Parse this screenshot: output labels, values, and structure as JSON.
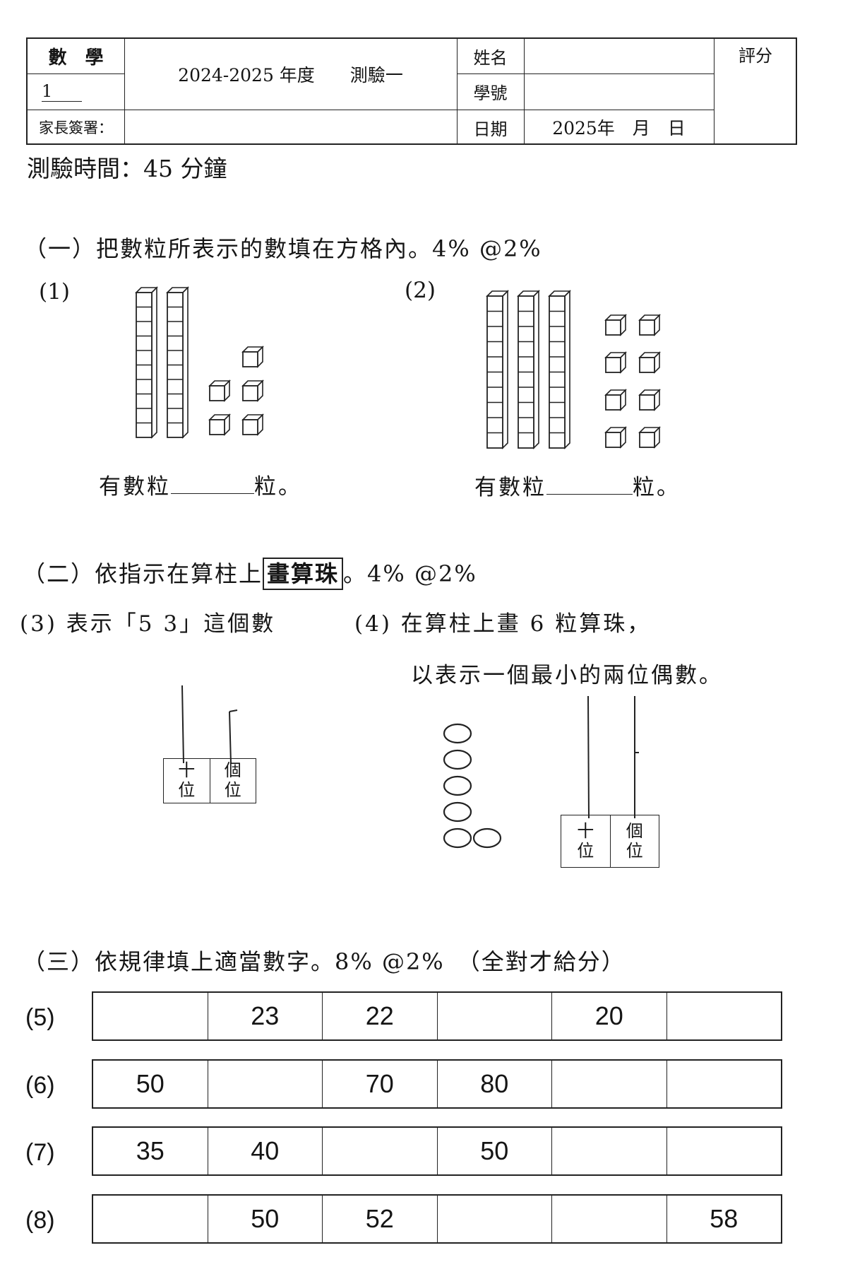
{
  "header": {
    "subject": "數　學",
    "class": "1",
    "title": "2024-2025 年度　　測驗一",
    "parent_signature": "家長簽署：",
    "name_label": "姓名",
    "student_no_label": "學號",
    "date_label": "日期",
    "date_value": "2025年　月　日",
    "score_label": "評分"
  },
  "test_time": "測驗時間：45 分鐘",
  "section1": {
    "title": "（一）把數粒所表示的數填在方格內。4% @2%",
    "q1": {
      "label": "(1)",
      "answer_text_before": "有數粒",
      "answer_text_after": "粒。",
      "tens": 2,
      "ones": 5
    },
    "q2": {
      "label": "(2)",
      "answer_text_before": "有數粒",
      "answer_text_after": "粒。",
      "tens": 3,
      "ones": 8
    }
  },
  "section2": {
    "title_before": "（二）依指示在算柱上",
    "title_boxed": "畫算珠",
    "title_after": "。4% @2%",
    "q3": {
      "label": "(3)",
      "text": "表示「5 3」這個數",
      "tens_label": "十\n位",
      "ones_label": "個\n位"
    },
    "q4": {
      "label": "(4)",
      "text_line1": "在算柱上畫 6 粒算珠，",
      "text_line2": "以表示一個最小的兩位偶數。",
      "tens_label": "十\n位",
      "ones_label": "個\n位",
      "beads": 6
    }
  },
  "section3": {
    "title": "（三）依規律填上適當數字。8% @2%　（全對才給分）",
    "rows": [
      {
        "label": "(5)",
        "cells": [
          "",
          "23",
          "22",
          "",
          "20",
          ""
        ]
      },
      {
        "label": "(6)",
        "cells": [
          "50",
          "",
          "70",
          "80",
          "",
          ""
        ]
      },
      {
        "label": "(7)",
        "cells": [
          "35",
          "40",
          "",
          "50",
          "",
          ""
        ]
      },
      {
        "label": "(8)",
        "cells": [
          "",
          "50",
          "52",
          "",
          "",
          "58"
        ]
      }
    ]
  }
}
